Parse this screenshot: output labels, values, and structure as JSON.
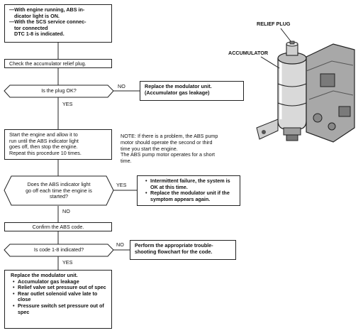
{
  "start": {
    "lines": [
      "—With engine running, ABS in-",
      "dicator light is ON.",
      "—With the SCS service connec-",
      "tor connected",
      "DTC 1-8 is indicated."
    ]
  },
  "step_check_plug": "Check the accumulator relief plug.",
  "decision_plug_ok": "Is the plug OK?",
  "no_label": "NO",
  "yes_label": "YES",
  "action_replace_1": {
    "line1": "Replace the modulator unit.",
    "line2": "(Accumulator gas leakage)"
  },
  "step_start_engine": {
    "lines": [
      "Start the engine and allow it to",
      "run until the ABS indicator light",
      "goes off, then stop the engine.",
      "Repeat this procedure 10 times."
    ]
  },
  "note": {
    "lines": [
      "NOTE: If there is a problem, the ABS pump",
      "motor should operate the second or third",
      "time you start the engine.",
      "The ABS pump motor operates for a short",
      "time."
    ]
  },
  "decision_light_off": {
    "lines": [
      "Does the ABS indicator light",
      "go off each time the engine is",
      "started?"
    ]
  },
  "action_intermittent": {
    "items": [
      "Intermittent failure, the system is OK at this time.",
      "Replace the modulator unit if the symptom appears again."
    ]
  },
  "step_confirm_code": "Confirm the ABS code.",
  "decision_code": "Is code 1-8 indicated?",
  "action_troubleshoot": {
    "line1": "Perform the appropriate trouble-",
    "line2": "shooting flowchart for the code."
  },
  "final_box": {
    "title": "Replace the modulator unit.",
    "items": [
      "Accumulator gas leakage",
      "Relief valve set pressure out of spec",
      "Rear outlet solenoid valve late to close",
      "Pressure switch set pressure out of spec"
    ]
  },
  "illustration": {
    "relief_plug_label": "RELIEF PLUG",
    "accumulator_label": "ACCUMULATOR"
  }
}
